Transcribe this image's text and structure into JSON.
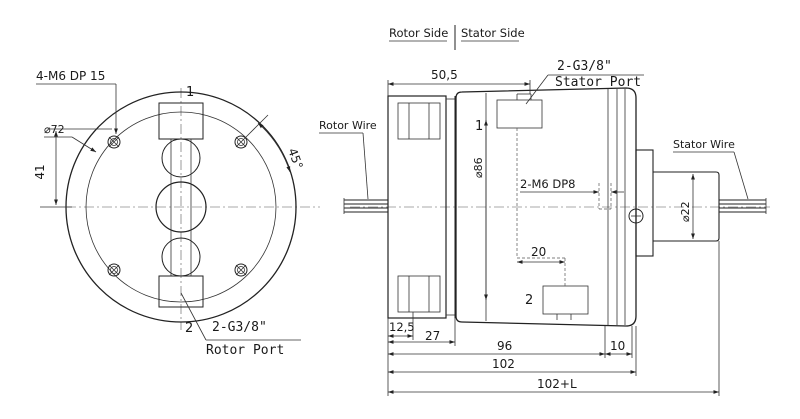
{
  "header": {
    "rotor_side": "Rotor Side",
    "stator_side": "Stator Side"
  },
  "front_view": {
    "label_holes": "4-M6 DP 15",
    "label_diameter": "⌀72",
    "label_height": "41",
    "label_angle": "45°",
    "port_1": "1",
    "port_2": "2",
    "port_thread": "2-G3/8\"",
    "port_name": "Rotor Port"
  },
  "side_view": {
    "rotor_wire": "Rotor Wire",
    "stator_wire": "Stator Wire",
    "port_thread": "2-G3/8\"",
    "port_name": "Stator Port",
    "port_1": "1",
    "port_2": "2",
    "label_body_diameter": "⌀86",
    "label_holes": "2-M6 DP8",
    "label_shaft_diameter": "⌀22",
    "dim_50_5": "50,5",
    "dim_20": "20",
    "dim_12_5": "12,5",
    "dim_27": "27",
    "dim_96": "96",
    "dim_10": "10",
    "dim_102": "102",
    "dim_102_L": "102+L"
  }
}
